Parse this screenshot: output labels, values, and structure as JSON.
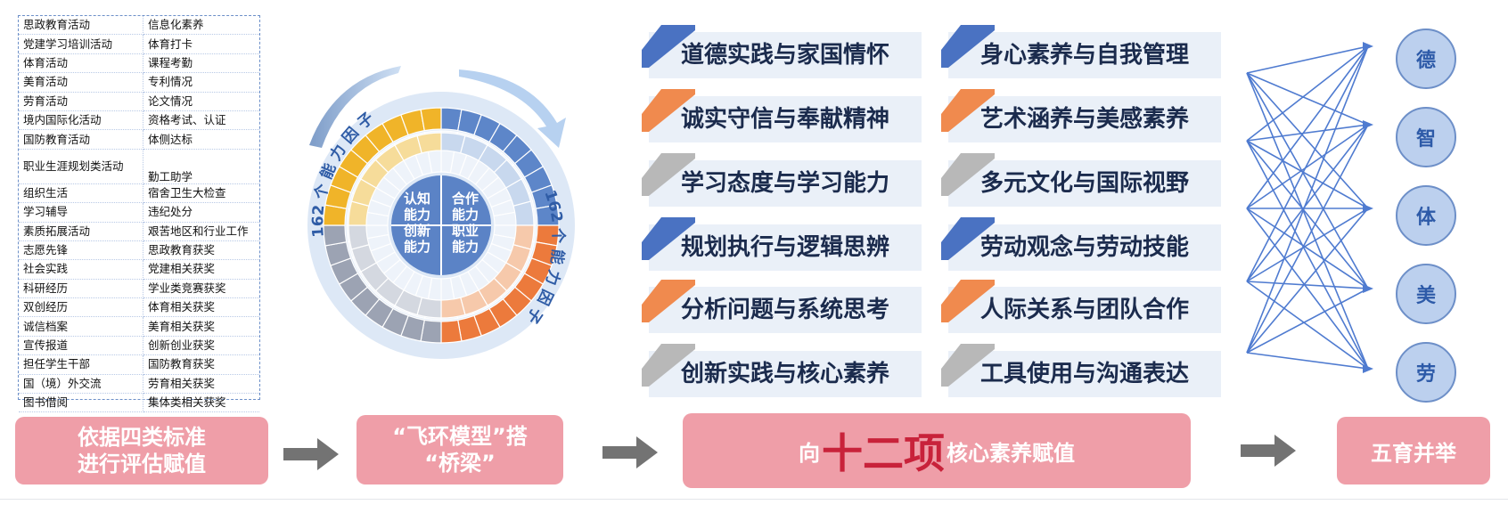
{
  "activities": [
    [
      "思政教育活动",
      "信息化素养"
    ],
    [
      "党建学习培训活动",
      "体育打卡"
    ],
    [
      "体育活动",
      "课程考勤"
    ],
    [
      "美育活动",
      "专利情况"
    ],
    [
      "劳育活动",
      "论文情况"
    ],
    [
      "境内国际化活动",
      "资格考试、认证"
    ],
    [
      "国防教育活动",
      "体侧达标"
    ],
    [
      "职业生涯规划类活动",
      "勤工助学"
    ],
    [
      "组织生活",
      "宿舍卫生大检查"
    ],
    [
      "学习辅导",
      "违纪处分"
    ],
    [
      "素质拓展活动",
      "艰苦地区和行业工作"
    ],
    [
      "志愿先锋",
      "思政教育获奖"
    ],
    [
      "社会实践",
      "党建相关获奖"
    ],
    [
      "科研经历",
      "学业类竞赛获奖"
    ],
    [
      "双创经历",
      "体育相关获奖"
    ],
    [
      "诚信档案",
      "美育相关获奖"
    ],
    [
      "宣传报道",
      "创新创业获奖"
    ],
    [
      "担任学生干部",
      "国防教育获奖"
    ],
    [
      "国（境）外交流",
      "劳育相关获奖"
    ],
    [
      "图书借阅",
      "集体类相关获奖"
    ]
  ],
  "radial": {
    "arc_text_left": "162 个 能 力 因 子",
    "arc_text_right": "162 个 能 力 因 子",
    "quadrants": [
      {
        "line1": "认知",
        "line2": "能力"
      },
      {
        "line1": "合作",
        "line2": "能力"
      },
      {
        "line1": "创新",
        "line2": "能力"
      },
      {
        "line1": "职业",
        "line2": "能力"
      }
    ]
  },
  "competencies": [
    {
      "label": "道德实践与家国情怀",
      "accent": "#4a72c2"
    },
    {
      "label": "身心素养与自我管理",
      "accent": "#4a72c2"
    },
    {
      "label": "诚实守信与奉献精神",
      "accent": "#f08a4e"
    },
    {
      "label": "艺术涵养与美感素养",
      "accent": "#f08a4e"
    },
    {
      "label": "学习态度与学习能力",
      "accent": "#b8b8b8"
    },
    {
      "label": "多元文化与国际视野",
      "accent": "#b8b8b8"
    },
    {
      "label": "规划执行与逻辑思辨",
      "accent": "#4a72c2"
    },
    {
      "label": "劳动观念与劳动技能",
      "accent": "#4a72c2"
    },
    {
      "label": "分析问题与系统思考",
      "accent": "#f08a4e"
    },
    {
      "label": "人际关系与团队合作",
      "accent": "#f08a4e"
    },
    {
      "label": "创新实践与核心素养",
      "accent": "#b8b8b8"
    },
    {
      "label": "工具使用与沟通表达",
      "accent": "#b8b8b8"
    }
  ],
  "five_yu": [
    "德",
    "智",
    "体",
    "美",
    "劳"
  ],
  "steps": {
    "step1_line1": "依据四类标准",
    "step1_line2": "进行评估赋值",
    "step2_line1": "“飞环模型”搭",
    "step2_line2": "“桥梁”",
    "step3_prefix": "向",
    "step3_big": "十二项",
    "step3_suffix": "核心素养赋值",
    "step4": "五育并举"
  },
  "colors": {
    "pill": "#ef9ea8",
    "big_text": "#c8223a",
    "line_blue": "#4f7bd0",
    "ring_gold": "#f0b429",
    "ring_orange": "#ec7a3c",
    "ring_blue": "#5d86c9",
    "ring_gray": "#9ca3b3"
  }
}
